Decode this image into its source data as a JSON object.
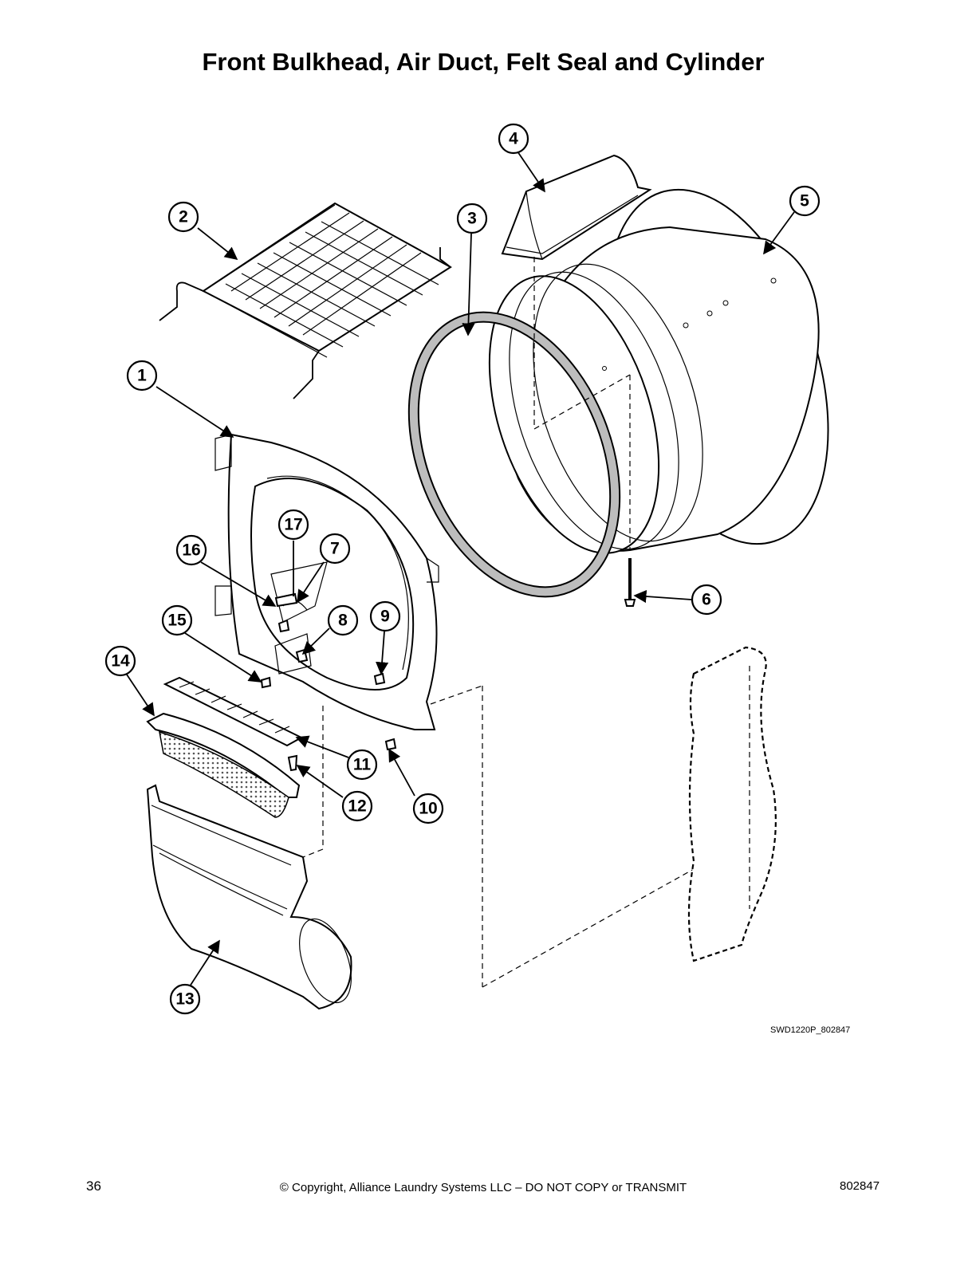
{
  "page": {
    "title": "Front Bulkhead, Air Duct, Felt Seal and Cylinder",
    "drawing_code": "SWD1220P_802847",
    "page_number": "36",
    "copyright": "© Copyright, Alliance Laundry Systems LLC – DO NOT COPY or TRANSMIT",
    "doc_number": "802847"
  },
  "callouts": [
    {
      "id": "callout-1",
      "label": "1"
    },
    {
      "id": "callout-2",
      "label": "2"
    },
    {
      "id": "callout-3",
      "label": "3"
    },
    {
      "id": "callout-4",
      "label": "4"
    },
    {
      "id": "callout-5",
      "label": "5"
    },
    {
      "id": "callout-6",
      "label": "6"
    },
    {
      "id": "callout-7",
      "label": "7"
    },
    {
      "id": "callout-8",
      "label": "8"
    },
    {
      "id": "callout-9",
      "label": "9"
    },
    {
      "id": "callout-10",
      "label": "10"
    },
    {
      "id": "callout-11",
      "label": "11"
    },
    {
      "id": "callout-12",
      "label": "12"
    },
    {
      "id": "callout-13",
      "label": "13"
    },
    {
      "id": "callout-14",
      "label": "14"
    },
    {
      "id": "callout-15",
      "label": "15"
    },
    {
      "id": "callout-16",
      "label": "16"
    },
    {
      "id": "callout-17",
      "label": "17"
    }
  ]
}
